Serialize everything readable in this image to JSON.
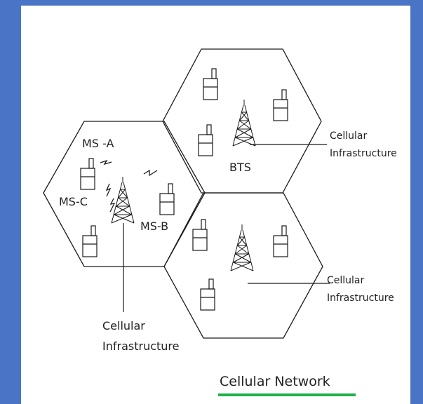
{
  "colors": {
    "frame": "#4a74c6",
    "panel": "#ffffff",
    "line": "#1a1a1a",
    "title_underline": "#1fb04a"
  },
  "labels": {
    "ms_a": "MS -A",
    "ms_b": "MS-B",
    "ms_c": "MS-C",
    "bts": "BTS",
    "infra_bottom_l1": "Cellular",
    "infra_bottom_l2": "Infrastructure",
    "infra_top_l1": "Cellular",
    "infra_top_l2": "Infrastructure",
    "infra_lower_l1": "Cellular",
    "infra_lower_l2": "Infrastructure"
  },
  "title": "Cellular Network",
  "icons": {
    "tower": "cell-tower-icon",
    "phone": "mobile-phone-icon",
    "signal": "lightning-signal-icon"
  }
}
